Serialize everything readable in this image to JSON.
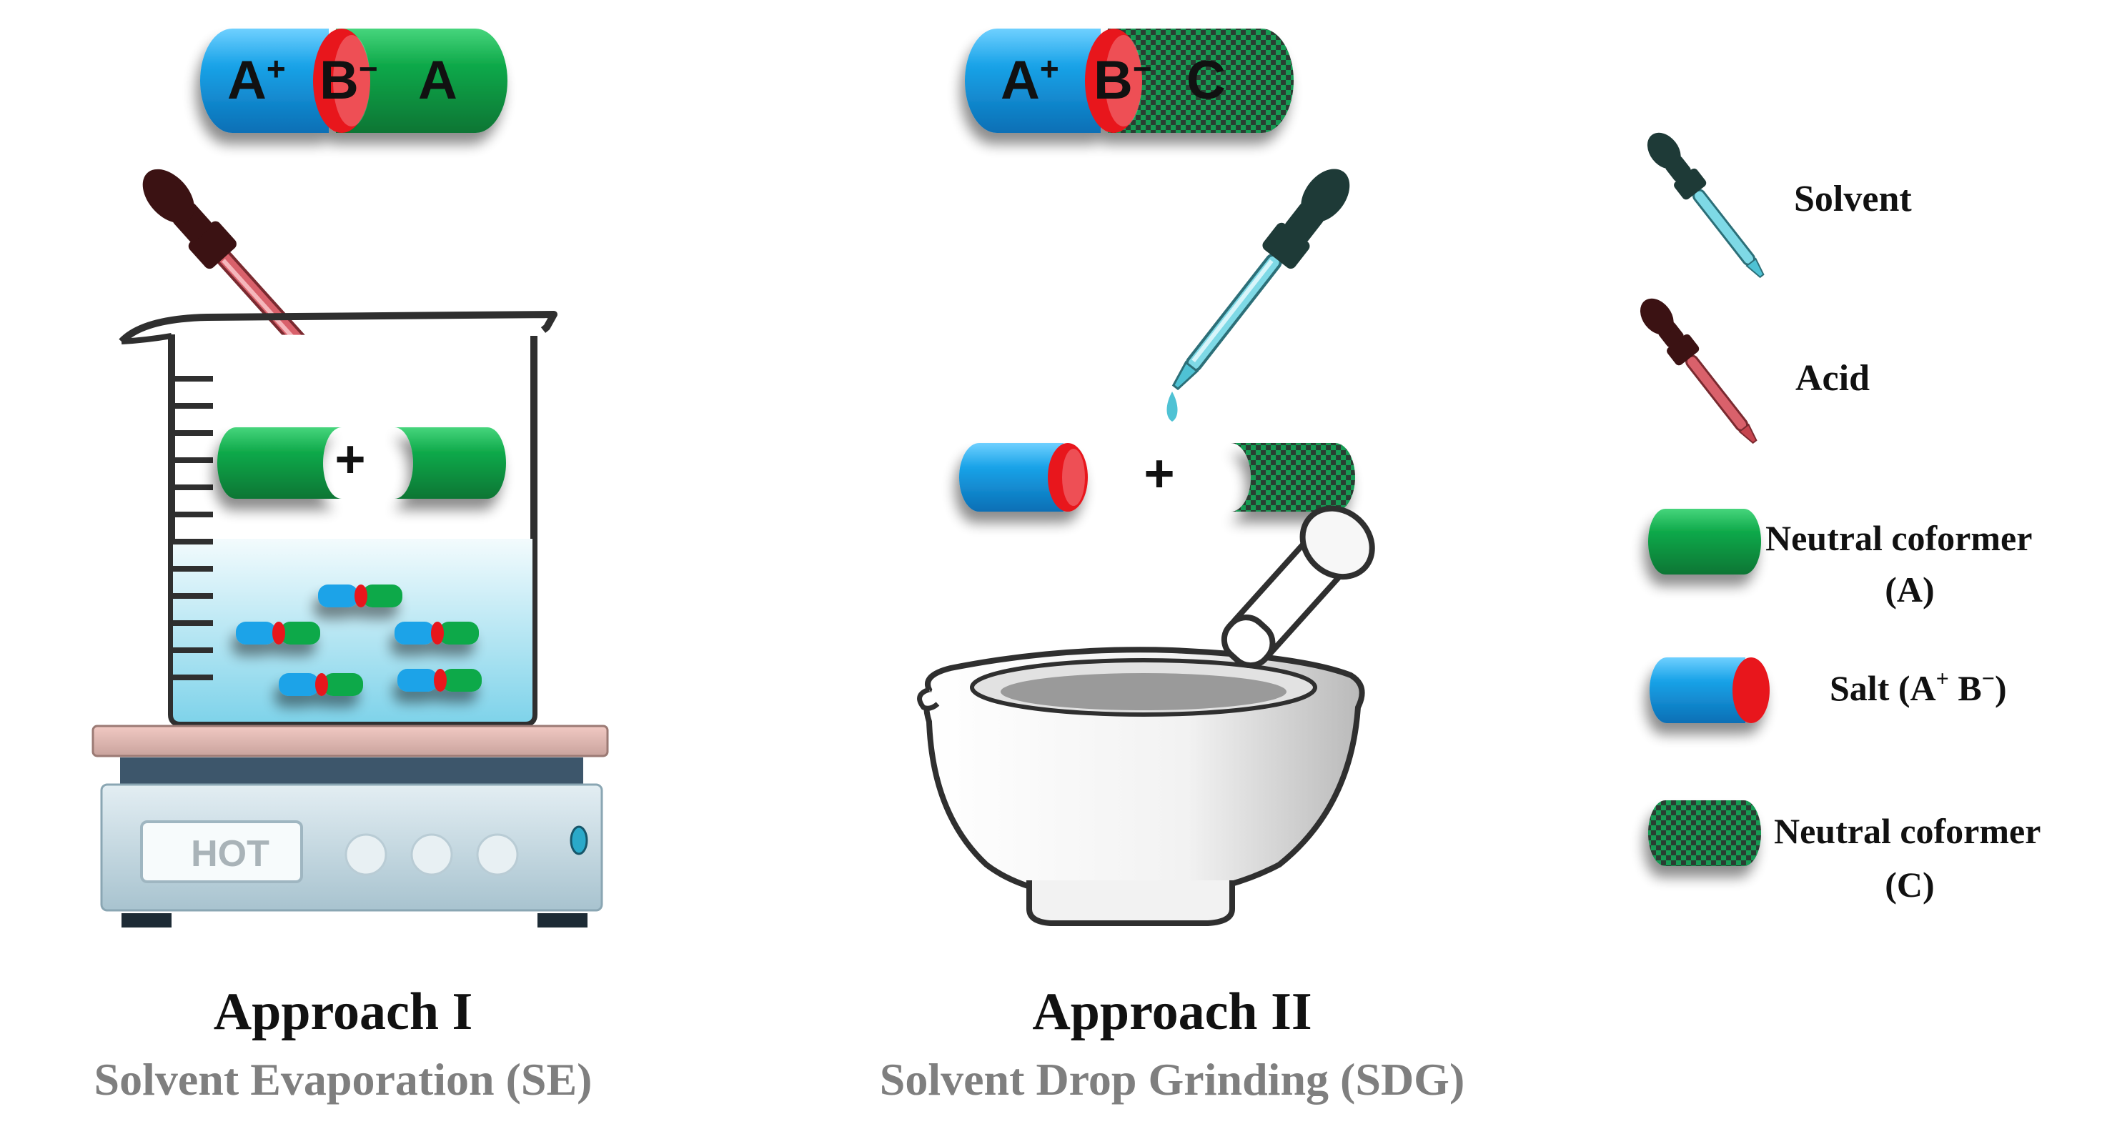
{
  "top_labels": {
    "se": {
      "cation": "A",
      "cation_sup": "+",
      "anion": "B",
      "anion_sup": "−",
      "coformer": "A"
    },
    "sdg": {
      "cation": "A",
      "cation_sup": "+",
      "anion": "B",
      "anion_sup": "−",
      "coformer": "C"
    }
  },
  "plus_sign": "+",
  "hotplate_label": "HOT",
  "approach_1": {
    "title": "Approach I",
    "subtitle": "Solvent Evaporation (SE)"
  },
  "approach_2": {
    "title": "Approach II",
    "subtitle": "Solvent Drop Grinding (SDG)"
  },
  "legend": {
    "solvent": "Solvent",
    "acid": "Acid",
    "neutral_a_line1": "Neutral coformer",
    "neutral_a_line2": "(A)",
    "salt_prefix": "Salt (A",
    "salt_sup1": "+",
    "salt_mid": " B",
    "salt_sup2": "−",
    "salt_suffix": ")",
    "neutral_c_line1": "Neutral coformer",
    "neutral_c_line2": "(C)"
  },
  "colors": {
    "cation_blue": "#1aa3e8",
    "anion_red": "#e8141c",
    "coformer_green": "#0fa94a",
    "checker_dark": "#2a3c30",
    "checker_green": "#139a52",
    "solvent_cyan": "#7ed9e6",
    "acid_red": "#d9616b",
    "subtitle_gray": "#7f7f7f"
  }
}
